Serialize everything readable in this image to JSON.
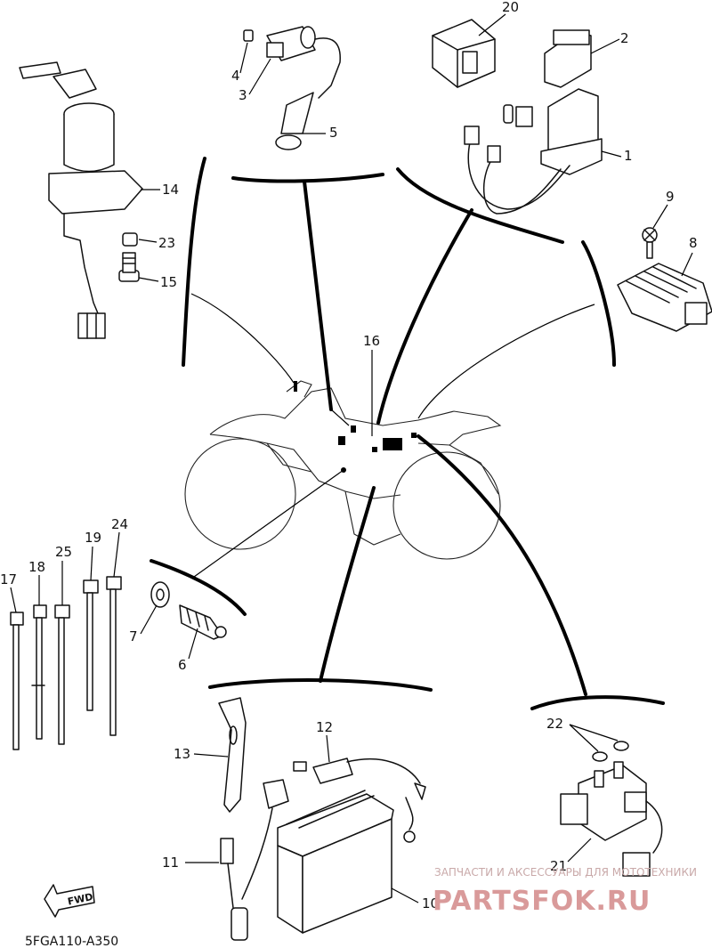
{
  "diagram": {
    "code": "5FGA110-A350",
    "fwd_label": "FWD",
    "watermark": {
      "subtitle": "ЗАПЧАСТИ И АКСЕССУАРЫ ДЛЯ МОТОТЕХНИКИ",
      "brand": "PARTSFOK.RU"
    },
    "parts": [
      {
        "id": "p1",
        "label": "1"
      },
      {
        "id": "p2",
        "label": "2"
      },
      {
        "id": "p3",
        "label": "3"
      },
      {
        "id": "p4",
        "label": "4"
      },
      {
        "id": "p5",
        "label": "5"
      },
      {
        "id": "p6",
        "label": "6"
      },
      {
        "id": "p7",
        "label": "7"
      },
      {
        "id": "p8",
        "label": "8"
      },
      {
        "id": "p9",
        "label": "9"
      },
      {
        "id": "p10",
        "label": "10"
      },
      {
        "id": "p11",
        "label": "11"
      },
      {
        "id": "p12",
        "label": "12"
      },
      {
        "id": "p13",
        "label": "13"
      },
      {
        "id": "p14",
        "label": "14"
      },
      {
        "id": "p15",
        "label": "15"
      },
      {
        "id": "p16",
        "label": "16"
      },
      {
        "id": "p17",
        "label": "17"
      },
      {
        "id": "p18",
        "label": "18"
      },
      {
        "id": "p19",
        "label": "19"
      },
      {
        "id": "p20",
        "label": "20"
      },
      {
        "id": "p21",
        "label": "21"
      },
      {
        "id": "p22",
        "label": "22"
      },
      {
        "id": "p23",
        "label": "23"
      },
      {
        "id": "p24",
        "label": "24"
      },
      {
        "id": "p25",
        "label": "25"
      }
    ]
  }
}
